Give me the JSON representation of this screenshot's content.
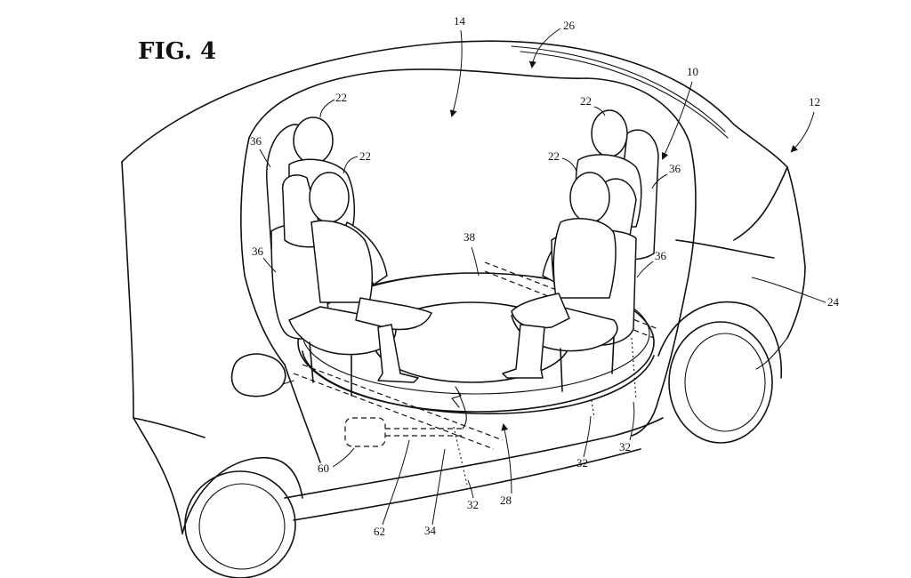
{
  "figure": {
    "title": "FIG. 4",
    "labels": {
      "l14": "14",
      "l26": "26",
      "l10": "10",
      "l12": "12",
      "l22_a": "22",
      "l22_b": "22",
      "l22_c": "22",
      "l22_d": "22",
      "l36_a": "36",
      "l36_b": "36",
      "l36_c": "36",
      "l36_d": "36",
      "l38": "38",
      "l24": "24",
      "l32_a": "32",
      "l32_b": "32",
      "l32_c": "32",
      "l28": "28",
      "l34": "34",
      "l60": "60",
      "l62": "62"
    }
  }
}
